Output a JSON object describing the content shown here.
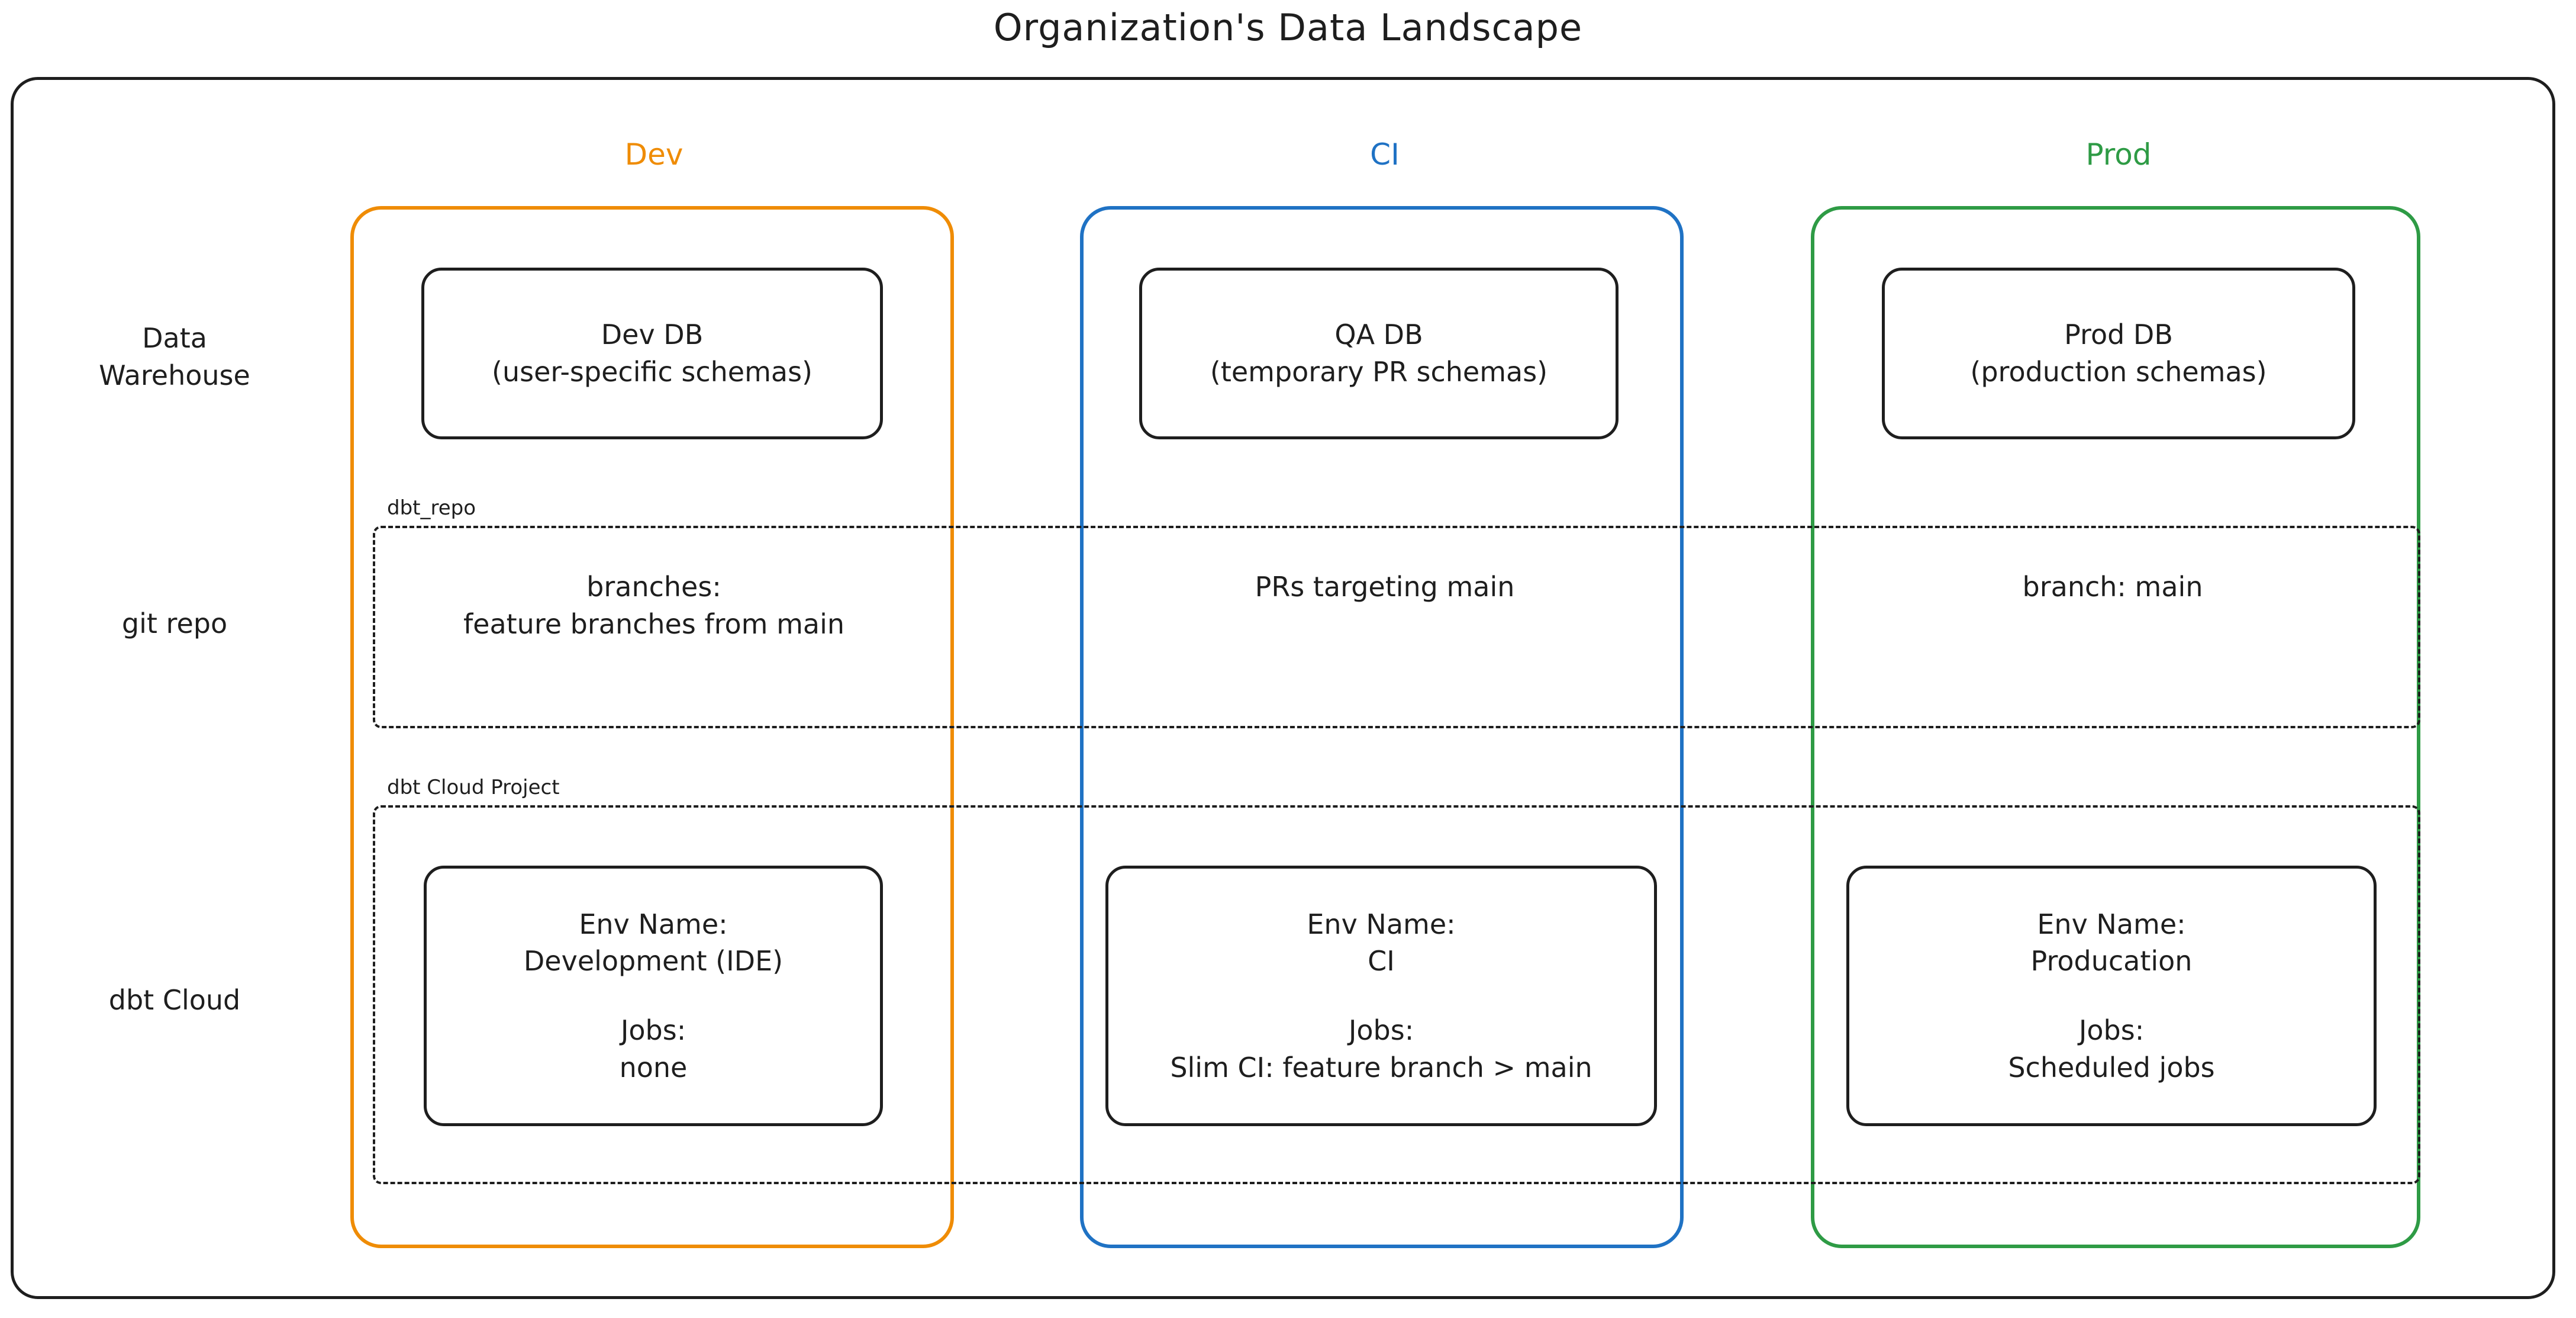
{
  "diagram": {
    "title": "Organization's Data Landscape",
    "colors": {
      "dev": "#ef8c05",
      "ci": "#1f72c4",
      "prod": "#2e9b45",
      "stroke": "#1e1e1e",
      "background": "#ffffff"
    },
    "columns": [
      {
        "key": "dev",
        "label": "Dev",
        "color": "#ef8c05"
      },
      {
        "key": "ci",
        "label": "CI",
        "color": "#1f72c4"
      },
      {
        "key": "prod",
        "label": "Prod",
        "color": "#2e9b45"
      }
    ],
    "rows": [
      {
        "key": "data_warehouse",
        "label": "Data\nWarehouse"
      },
      {
        "key": "git_repo",
        "label": "git repo"
      },
      {
        "key": "dbt_cloud",
        "label": "dbt Cloud"
      }
    ],
    "groups": {
      "git_repo": {
        "label": "dbt_repo"
      },
      "dbt_cloud": {
        "label": "dbt Cloud Project"
      }
    },
    "data_warehouse": {
      "dev": {
        "title": "Dev DB",
        "subtitle": "(user-specific schemas)"
      },
      "ci": {
        "title": "QA DB",
        "subtitle": "(temporary PR schemas)"
      },
      "prod": {
        "title": "Prod DB",
        "subtitle": "(production schemas)"
      }
    },
    "git_repo": {
      "dev": "branches:\nfeature branches from main",
      "ci": "PRs targeting main",
      "prod": "branch: main"
    },
    "dbt_cloud": {
      "dev": {
        "env_name_label": "Env Name:",
        "env_name_value": "Development (IDE)",
        "jobs_label": "Jobs:",
        "jobs_value": "none"
      },
      "ci": {
        "env_name_label": "Env Name:",
        "env_name_value": "CI",
        "jobs_label": "Jobs:",
        "jobs_value": "Slim CI: feature branch > main"
      },
      "prod": {
        "env_name_label": "Env Name:",
        "env_name_value": "Producation",
        "jobs_label": "Jobs:",
        "jobs_value": "Scheduled jobs"
      }
    }
  }
}
